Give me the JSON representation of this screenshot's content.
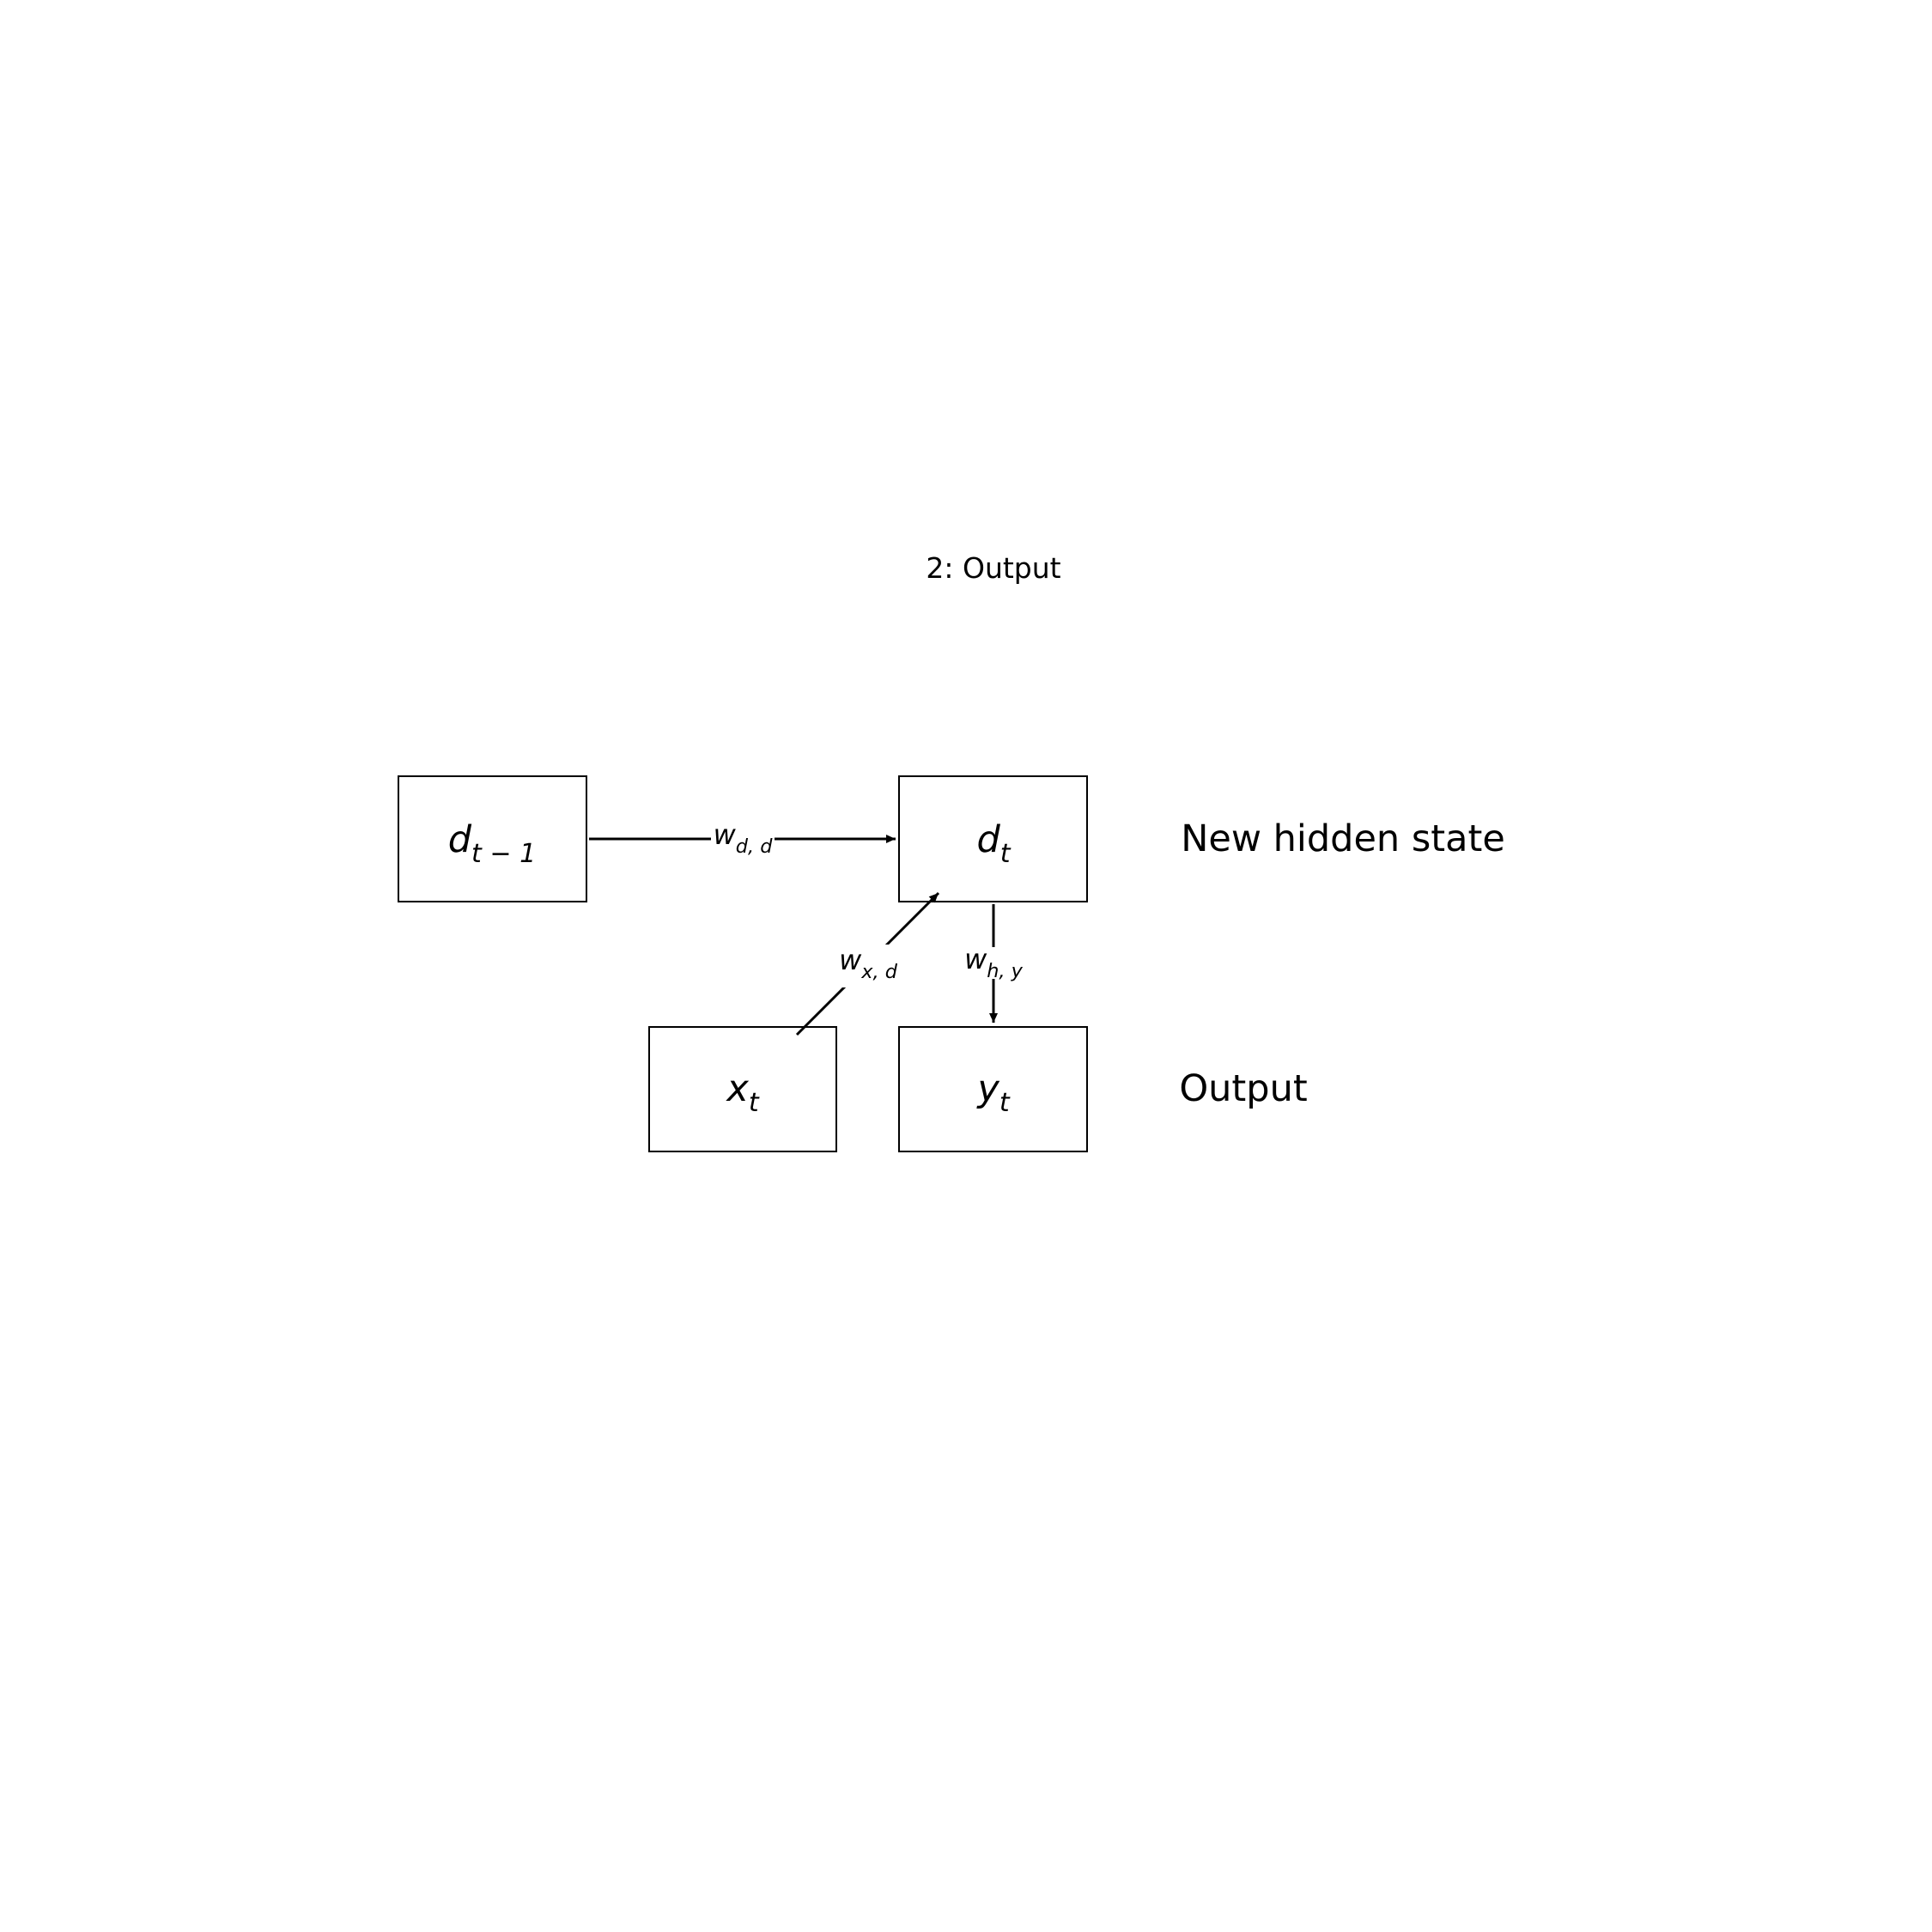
{
  "title": "2: Output",
  "nodes": {
    "d_prev": {
      "base": "d",
      "sub": "t − 1"
    },
    "d_t": {
      "base": "d",
      "sub": "t"
    },
    "x_t": {
      "base": "x",
      "sub": "t"
    },
    "y_t": {
      "base": "y",
      "sub": "t"
    }
  },
  "edges": {
    "w_dd": {
      "base": "w",
      "sub": "d, d",
      "from": "d_prev",
      "to": "d_t"
    },
    "w_xd": {
      "base": "w",
      "sub": "x, d",
      "from": "x_t",
      "to": "d_t"
    },
    "w_hy": {
      "base": "w",
      "sub": "h, y",
      "from": "d_t",
      "to": "y_t"
    }
  },
  "side_labels": {
    "hidden": "New hidden state",
    "output": "Output"
  }
}
